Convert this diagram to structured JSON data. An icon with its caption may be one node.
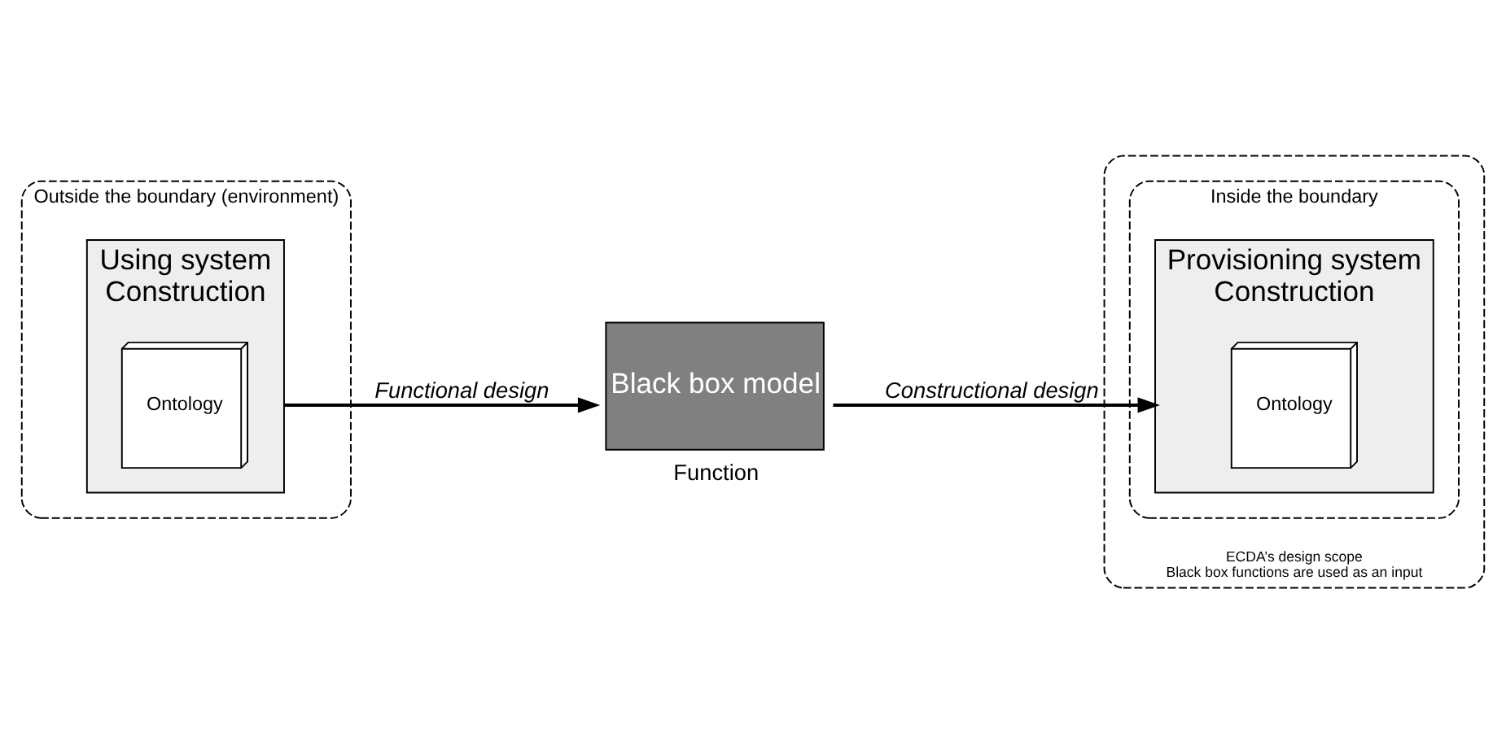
{
  "diagram": {
    "nodes": [
      {
        "text": [
          "Outside the boundary (environment)"
        ]
      },
      {
        "text": [
          "Using system",
          "Construction"
        ],
        "in": 0
      },
      {
        "text": [
          "Ontology"
        ],
        "in": 1
      },
      {
        "text": [
          "Black box model"
        ],
        "beside": [
          "Function"
        ]
      },
      {
        "text": [
          "ECDA’s design scope",
          "Black box functions are used as an input"
        ]
      },
      {
        "text": [
          "Inside the boundary"
        ],
        "in": 4
      },
      {
        "text": [
          "Provisioning system",
          "Construction"
        ],
        "in": 5
      },
      {
        "text": [
          "Ontology"
        ],
        "in": 6
      }
    ],
    "edges": [
      {
        "from": 1,
        "to": 3,
        "arrow": "to",
        "label": "Functional design"
      },
      {
        "from": 3,
        "to": 6,
        "arrow": "to",
        "label": "Constructional design"
      }
    ]
  }
}
